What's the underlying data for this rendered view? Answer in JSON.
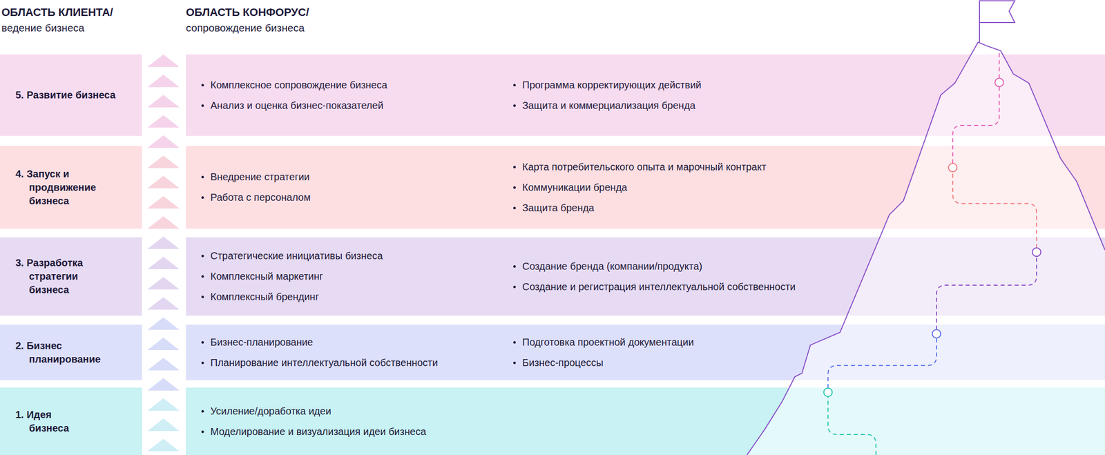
{
  "diagram": {
    "nodes": [
      {
        "text": [
          "5. Развитие бизнеса"
        ]
      },
      {
        "text": [
          "Комплексное сопровождение бизнеса",
          "Анализ и оценка бизнес-показателей",
          "Программа корректирующих действий",
          "Защита и коммерциализация бренда"
        ]
      },
      {
        "text": [
          "4. Запуск и продвижение бизнеса"
        ]
      },
      {
        "text": [
          "Внедрение стратегии",
          "Работа с персоналом",
          "Карта потребительского опыта и марочный контракт",
          "Коммуникации бренда",
          "Защита бренда"
        ]
      },
      {
        "text": [
          "3. Разработка стратегии бизнеса"
        ]
      },
      {
        "text": [
          "Стратегические инициативы бизнеса",
          "Комплексный маркетинг",
          "Комплексный брендинг",
          "Создание бренда (компании/продукта)",
          "Создание и регистрация интеллектуальной собственности"
        ]
      },
      {
        "text": [
          "2. Бизнес планирование"
        ]
      },
      {
        "text": [
          "Бизнес-планирование",
          "Планирование интеллектуальной собственности",
          "Подготовка проектной документации",
          "Бизнес-процессы"
        ]
      },
      {
        "text": [
          "1. Идея бизнеса"
        ]
      },
      {
        "text": [
          "Усиление/доработка идеи",
          "Моделирование и визуализация идеи бизнеса"
        ]
      }
    ],
    "labels": [
      "ОБЛАСТЬ КЛИЕНТА/",
      "ведение бизнеса",
      "ОБЛАСТЬ КОНФОРУС/",
      "сопровождение бизнеса"
    ]
  }
}
